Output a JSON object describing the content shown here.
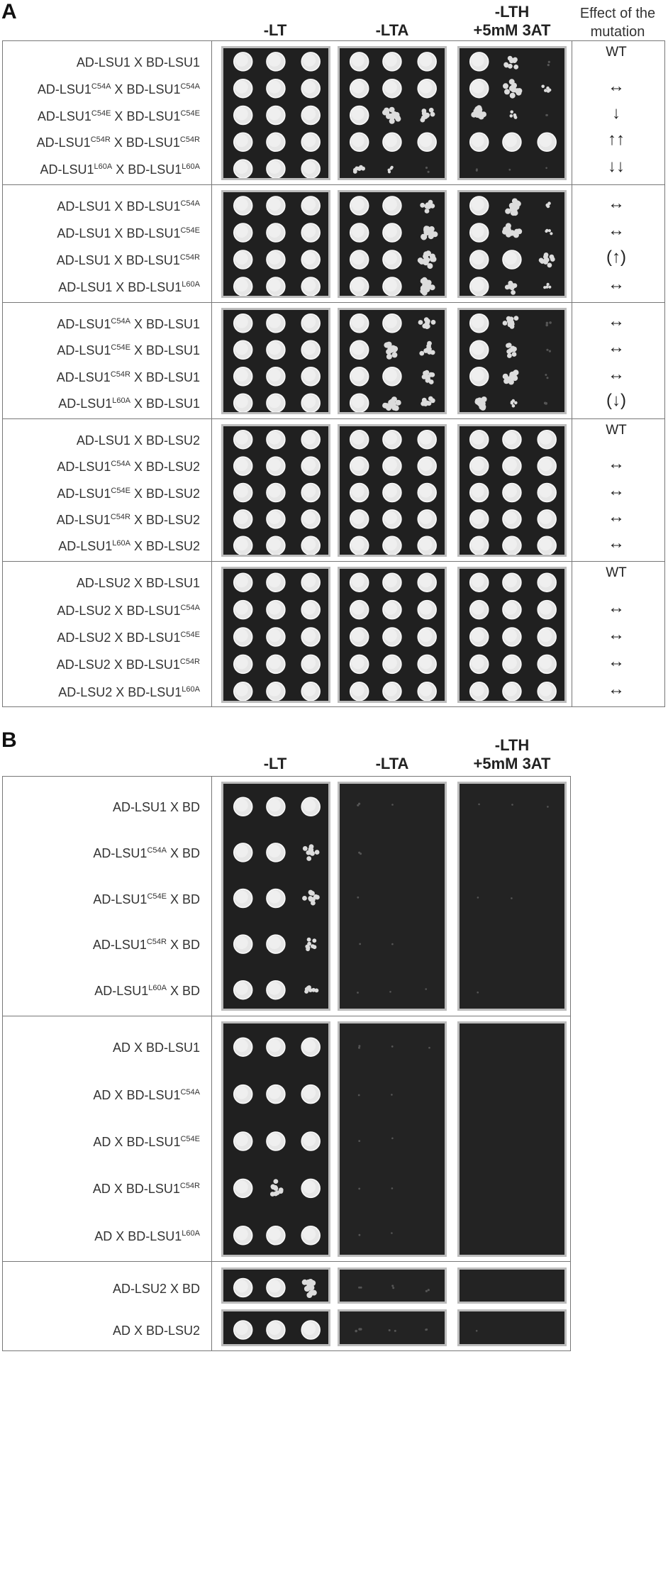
{
  "panel_a": {
    "letter": "A",
    "col_headers": [
      "-LT",
      "-LTA",
      "-LTH\n+5mM 3AT"
    ],
    "effect_header": "Effect of the\nmutation",
    "groups": [
      {
        "rows": [
          {
            "ad": "AD-LSU1",
            "ad_sup": "",
            "bd": "BD-LSU1",
            "bd_sup": "",
            "effect": "WT",
            "s": [
              [
                3,
                3,
                3
              ],
              [
                3,
                3,
                3
              ],
              [
                3,
                2,
                0.4
              ]
            ]
          },
          {
            "ad": "AD-LSU1",
            "ad_sup": "C54A",
            "bd": "BD-LSU1",
            "bd_sup": "C54A",
            "effect": "↔",
            "s": [
              [
                3,
                3,
                3
              ],
              [
                3,
                3,
                3
              ],
              [
                3,
                2.5,
                1
              ]
            ]
          },
          {
            "ad": "AD-LSU1",
            "ad_sup": "C54E",
            "bd": "BD-LSU1",
            "bd_sup": "C54E",
            "effect": "↓",
            "s": [
              [
                3,
                3,
                3
              ],
              [
                3,
                2.5,
                2
              ],
              [
                2.5,
                1,
                0.3
              ]
            ]
          },
          {
            "ad": "AD-LSU1",
            "ad_sup": "C54R",
            "bd": "BD-LSU1",
            "bd_sup": "C54R",
            "effect": "↑↑",
            "s": [
              [
                3,
                3,
                3
              ],
              [
                3,
                3,
                3
              ],
              [
                3,
                3,
                3
              ]
            ]
          },
          {
            "ad": "AD-LSU1",
            "ad_sup": "L60A",
            "bd": "BD-LSU1",
            "bd_sup": "L60A",
            "effect": "↓↓",
            "s": [
              [
                3,
                3,
                3
              ],
              [
                1.5,
                0.8,
                0.4
              ],
              [
                0.3,
                0.2,
                0.1
              ]
            ]
          }
        ]
      },
      {
        "rows": [
          {
            "ad": "AD-LSU1",
            "ad_sup": "",
            "bd": "BD-LSU1",
            "bd_sup": "C54A",
            "effect": "↔",
            "s": [
              [
                3,
                3,
                3
              ],
              [
                3,
                3,
                2
              ],
              [
                3,
                2.5,
                1
              ]
            ]
          },
          {
            "ad": "AD-LSU1",
            "ad_sup": "",
            "bd": "BD-LSU1",
            "bd_sup": "C54E",
            "effect": "↔",
            "s": [
              [
                3,
                3,
                3
              ],
              [
                3,
                3,
                2.5
              ],
              [
                3,
                2.5,
                0.8
              ]
            ]
          },
          {
            "ad": "AD-LSU1",
            "ad_sup": "",
            "bd": "BD-LSU1",
            "bd_sup": "C54R",
            "effect": "(↑)",
            "s": [
              [
                3,
                3,
                3
              ],
              [
                3,
                3,
                2.5
              ],
              [
                3,
                3,
                2
              ]
            ]
          },
          {
            "ad": "AD-LSU1",
            "ad_sup": "",
            "bd": "BD-LSU1",
            "bd_sup": "L60A",
            "effect": "↔",
            "s": [
              [
                3,
                3,
                3
              ],
              [
                3,
                3,
                2.5
              ],
              [
                3,
                2,
                0.8
              ]
            ]
          }
        ]
      },
      {
        "rows": [
          {
            "ad": "AD-LSU1",
            "ad_sup": "C54A",
            "bd": "BD-LSU1",
            "bd_sup": "",
            "effect": "↔",
            "s": [
              [
                3,
                3,
                3
              ],
              [
                3,
                3,
                2
              ],
              [
                3,
                2,
                0.5
              ]
            ]
          },
          {
            "ad": "AD-LSU1",
            "ad_sup": "C54E",
            "bd": "BD-LSU1",
            "bd_sup": "",
            "effect": "↔",
            "s": [
              [
                3,
                3,
                3
              ],
              [
                3,
                2.5,
                2
              ],
              [
                3,
                2,
                0.4
              ]
            ]
          },
          {
            "ad": "AD-LSU1",
            "ad_sup": "C54R",
            "bd": "BD-LSU1",
            "bd_sup": "",
            "effect": "↔",
            "s": [
              [
                3,
                3,
                3
              ],
              [
                3,
                3,
                2
              ],
              [
                3,
                2.5,
                0.3
              ]
            ]
          },
          {
            "ad": "AD-LSU1",
            "ad_sup": "L60A",
            "bd": "BD-LSU1",
            "bd_sup": "",
            "effect": "(↓)",
            "s": [
              [
                3,
                3,
                3
              ],
              [
                3,
                2.5,
                2
              ],
              [
                2.5,
                1,
                0.5
              ]
            ]
          }
        ]
      },
      {
        "rows": [
          {
            "ad": "AD-LSU1",
            "ad_sup": "",
            "bd": "BD-LSU2",
            "bd_sup": "",
            "effect": "WT",
            "s": [
              [
                3,
                3,
                3
              ],
              [
                3,
                3,
                3
              ],
              [
                3,
                3,
                3
              ]
            ]
          },
          {
            "ad": "AD-LSU1",
            "ad_sup": "C54A",
            "bd": "BD-LSU2",
            "bd_sup": "",
            "effect": "↔",
            "s": [
              [
                3,
                3,
                3
              ],
              [
                3,
                3,
                3
              ],
              [
                3,
                3,
                3
              ]
            ]
          },
          {
            "ad": "AD-LSU1",
            "ad_sup": "C54E",
            "bd": "BD-LSU2",
            "bd_sup": "",
            "effect": "↔",
            "s": [
              [
                3,
                3,
                3
              ],
              [
                3,
                3,
                3
              ],
              [
                3,
                3,
                3
              ]
            ]
          },
          {
            "ad": "AD-LSU1",
            "ad_sup": "C54R",
            "bd": "BD-LSU2",
            "bd_sup": "",
            "effect": "↔",
            "s": [
              [
                3,
                3,
                3
              ],
              [
                3,
                3,
                3
              ],
              [
                3,
                3,
                3
              ]
            ]
          },
          {
            "ad": "AD-LSU1",
            "ad_sup": "L60A",
            "bd": "BD-LSU2",
            "bd_sup": "",
            "effect": "↔",
            "s": [
              [
                3,
                3,
                3
              ],
              [
                3,
                3,
                3
              ],
              [
                3,
                3,
                3
              ]
            ]
          }
        ]
      },
      {
        "rows": [
          {
            "ad": "AD-LSU2",
            "ad_sup": "",
            "bd": "BD-LSU1",
            "bd_sup": "",
            "effect": "WT",
            "s": [
              [
                3,
                3,
                3
              ],
              [
                3,
                3,
                3
              ],
              [
                3,
                3,
                3
              ]
            ]
          },
          {
            "ad": "AD-LSU2",
            "ad_sup": "",
            "bd": "BD-LSU1",
            "bd_sup": "C54A",
            "effect": "↔",
            "s": [
              [
                3,
                3,
                3
              ],
              [
                3,
                3,
                3
              ],
              [
                3,
                3,
                3
              ]
            ]
          },
          {
            "ad": "AD-LSU2",
            "ad_sup": "",
            "bd": "BD-LSU1",
            "bd_sup": "C54E",
            "effect": "↔",
            "s": [
              [
                3,
                3,
                3
              ],
              [
                3,
                3,
                3
              ],
              [
                3,
                3,
                3
              ]
            ]
          },
          {
            "ad": "AD-LSU2",
            "ad_sup": "",
            "bd": "BD-LSU1",
            "bd_sup": "C54R",
            "effect": "↔",
            "s": [
              [
                3,
                3,
                3
              ],
              [
                3,
                3,
                3
              ],
              [
                3,
                3,
                3
              ]
            ]
          },
          {
            "ad": "AD-LSU2",
            "ad_sup": "",
            "bd": "BD-LSU1",
            "bd_sup": "L60A",
            "effect": "↔",
            "s": [
              [
                3,
                3,
                3
              ],
              [
                3,
                3,
                3
              ],
              [
                3,
                3,
                3
              ]
            ]
          }
        ]
      }
    ]
  },
  "panel_b": {
    "letter": "B",
    "col_headers": [
      "-LT",
      "-LTA",
      "-LTH\n+5mM 3AT"
    ],
    "groups": [
      {
        "rows": [
          {
            "ad": "AD-LSU1",
            "ad_sup": "",
            "bd": "BD",
            "bd_sup": "",
            "s": [
              [
                3,
                3,
                3
              ],
              [
                0.4,
                0.1,
                0
              ],
              [
                0.1,
                0.1,
                0.1
              ]
            ]
          },
          {
            "ad": "AD-LSU1",
            "ad_sup": "C54A",
            "bd": "BD",
            "bd_sup": "",
            "s": [
              [
                3,
                3,
                2
              ],
              [
                0.3,
                0,
                0
              ],
              [
                0,
                0,
                0
              ]
            ]
          },
          {
            "ad": "AD-LSU1",
            "ad_sup": "C54E",
            "bd": "BD",
            "bd_sup": "",
            "s": [
              [
                3,
                3,
                2
              ],
              [
                0.2,
                0,
                0
              ],
              [
                0.1,
                0.1,
                0
              ]
            ]
          },
          {
            "ad": "AD-LSU1",
            "ad_sup": "C54R",
            "bd": "BD",
            "bd_sup": "",
            "s": [
              [
                3,
                3,
                1.5
              ],
              [
                0.2,
                0.1,
                0
              ],
              [
                0,
                0,
                0
              ]
            ]
          },
          {
            "ad": "AD-LSU1",
            "ad_sup": "L60A",
            "bd": "BD",
            "bd_sup": "",
            "s": [
              [
                3,
                3,
                1.5
              ],
              [
                0.2,
                0.1,
                0.1
              ],
              [
                0.1,
                0,
                0
              ]
            ]
          }
        ]
      },
      {
        "rows": [
          {
            "ad": "AD",
            "ad_sup": "",
            "bd": "BD-LSU1",
            "bd_sup": "",
            "s": [
              [
                3,
                3,
                3
              ],
              [
                0.3,
                0.2,
                0.1
              ],
              [
                0,
                0,
                0
              ]
            ]
          },
          {
            "ad": "AD",
            "ad_sup": "",
            "bd": "BD-LSU1",
            "bd_sup": "C54A",
            "s": [
              [
                3,
                3,
                3
              ],
              [
                0.2,
                0.1,
                0
              ],
              [
                0,
                0,
                0
              ]
            ]
          },
          {
            "ad": "AD",
            "ad_sup": "",
            "bd": "BD-LSU1",
            "bd_sup": "C54E",
            "s": [
              [
                3,
                3,
                3
              ],
              [
                0.2,
                0.1,
                0
              ],
              [
                0,
                0,
                0
              ]
            ]
          },
          {
            "ad": "AD",
            "ad_sup": "",
            "bd": "BD-LSU1",
            "bd_sup": "C54R",
            "s": [
              [
                3,
                2,
                3
              ],
              [
                0.2,
                0.1,
                0
              ],
              [
                0,
                0,
                0
              ]
            ]
          },
          {
            "ad": "AD",
            "ad_sup": "",
            "bd": "BD-LSU1",
            "bd_sup": "L60A",
            "s": [
              [
                3,
                3,
                3
              ],
              [
                0.2,
                0.1,
                0
              ],
              [
                0,
                0,
                0
              ]
            ]
          }
        ]
      },
      {
        "rows": [
          {
            "ad": "AD-LSU2",
            "ad_sup": "",
            "bd": "BD",
            "bd_sup": "",
            "s": [
              [
                3,
                3,
                2.5
              ],
              [
                0.3,
                0.3,
                0.4
              ],
              [
                0,
                0,
                0
              ]
            ]
          }
        ]
      },
      {
        "rows": [
          {
            "ad": "AD",
            "ad_sup": "",
            "bd": "BD-LSU2",
            "bd_sup": "",
            "s": [
              [
                3,
                3,
                3
              ],
              [
                0.5,
                0.3,
                0.3
              ],
              [
                0.1,
                0,
                0
              ]
            ]
          }
        ]
      }
    ]
  }
}
